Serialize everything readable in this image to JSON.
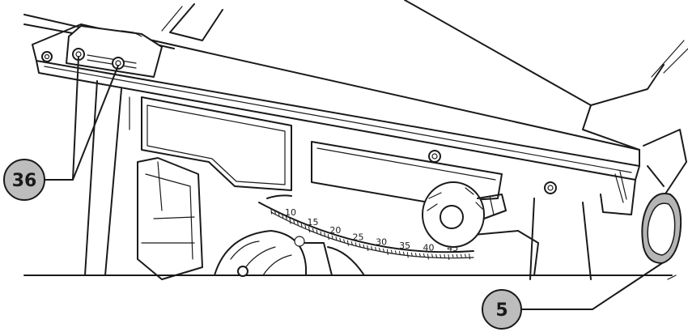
{
  "callouts": {
    "part_36": {
      "label": "36"
    },
    "part_5": {
      "label": "5"
    }
  },
  "bevel_scale": {
    "labels": [
      "10",
      "15",
      "20",
      "25",
      "30",
      "35",
      "40",
      "45"
    ]
  },
  "colors": {
    "ink": "#1a1a1a",
    "callout_fill": "#bdbdbd",
    "highlight_fill": "#b5b5b5",
    "background": "#ffffff"
  }
}
